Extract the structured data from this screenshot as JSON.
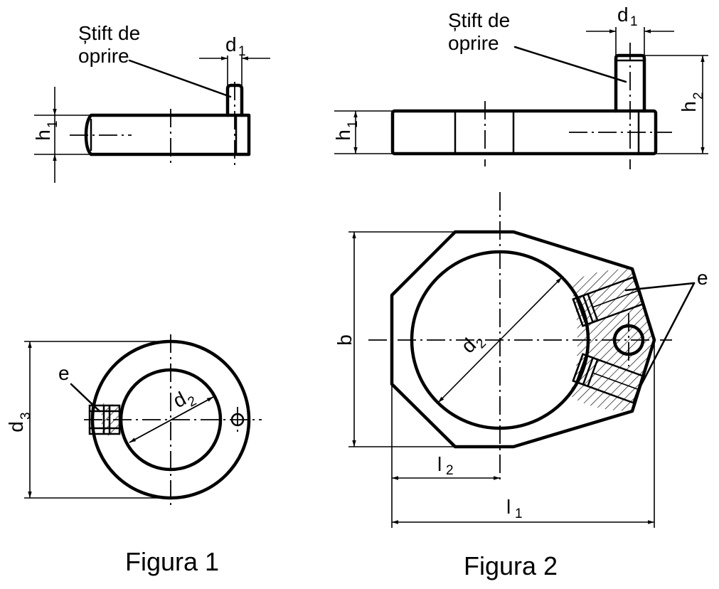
{
  "figure1": {
    "caption": "Figura 1",
    "pin_label_line1": "Știft de",
    "pin_label_line2": "oprire",
    "labels": {
      "d1": "d",
      "d1_sub": "1",
      "h1": "h",
      "h1_sub": "1",
      "d2": "d",
      "d2_sub": "2",
      "d3": "d",
      "d3_sub": "3",
      "e": "e"
    }
  },
  "figure2": {
    "caption": "Figura 2",
    "pin_label_line1": "Știft de",
    "pin_label_line2": "oprire",
    "labels": {
      "d1": "d",
      "d1_sub": "1",
      "h1": "h",
      "h1_sub": "1",
      "h2": "h",
      "h2_sub": "2",
      "d2": "d",
      "d2_sub": "2",
      "b": "b",
      "l1": "l",
      "l1_sub": "1",
      "l2": "l",
      "l2_sub": "2",
      "e": "e"
    }
  }
}
